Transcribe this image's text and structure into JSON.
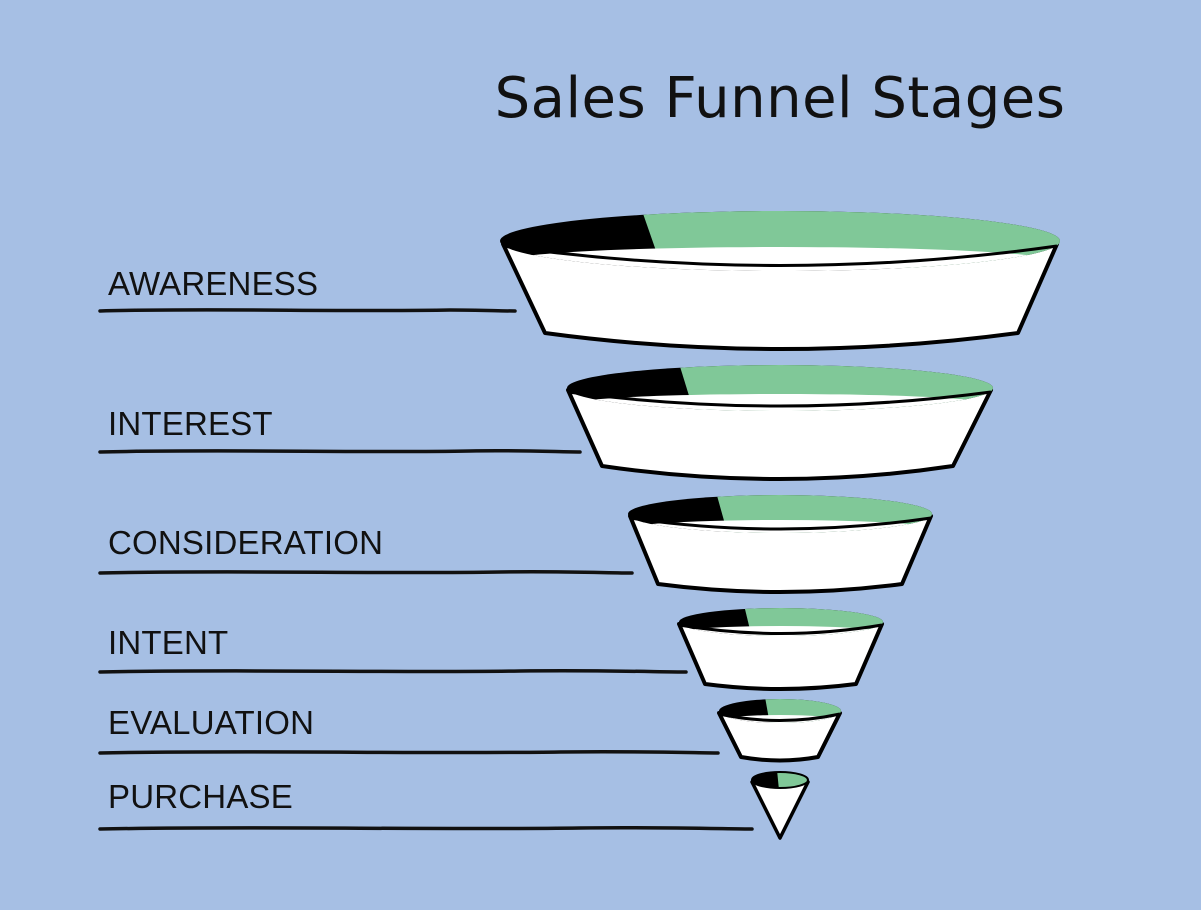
{
  "title": "Sales Funnel Stages",
  "colors": {
    "background": "#a6bfe4",
    "rim_fill": "#80c898",
    "rim_shadow": "#000000",
    "body_fill": "#ffffff",
    "outline": "#000000"
  },
  "stages": [
    {
      "label": "AWARENESS"
    },
    {
      "label": "INTEREST"
    },
    {
      "label": "CONSIDERATION"
    },
    {
      "label": "INTENT"
    },
    {
      "label": "EVALUATION"
    },
    {
      "label": "PURCHASE"
    }
  ]
}
